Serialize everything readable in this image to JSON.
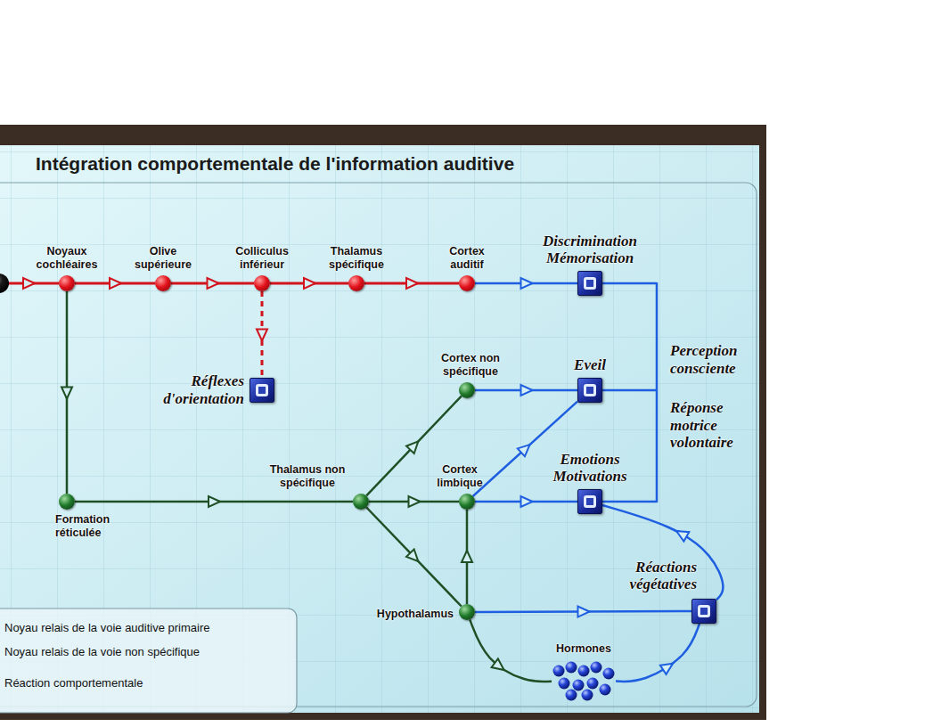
{
  "diagram": {
    "title": "Intégration comportementale de l'information auditive",
    "nodes": [
      {
        "text": [
          "Noyaux cochléaires"
        ]
      },
      {
        "text": [
          "Olive supérieure"
        ]
      },
      {
        "text": [
          "Colliculus inférieur"
        ]
      },
      {
        "text": [
          "Thalamus spécifique"
        ]
      },
      {
        "text": [
          "Cortex auditif"
        ]
      },
      {
        "text": [
          "Discrimination Mémorisation"
        ]
      },
      {
        "text": [
          "Réflexes d'orientation"
        ]
      },
      {
        "text": [
          "Cortex non spécifique"
        ]
      },
      {
        "text": [
          "Eveil"
        ]
      },
      {
        "text": [
          "Thalamus non spécifique"
        ]
      },
      {
        "text": [
          "Cortex limbique"
        ]
      },
      {
        "text": [
          "Emotions Motivations"
        ]
      },
      {
        "text": [
          "Formation réticulée"
        ]
      },
      {
        "text": [
          "Hypothalamus"
        ]
      },
      {
        "text": [
          "Réactions végétatives"
        ]
      },
      {
        "text": [
          "Hormones"
        ]
      }
    ],
    "edges": [
      {
        "from": 0,
        "to": 1,
        "arrow": "to"
      },
      {
        "from": 1,
        "to": 2,
        "arrow": "to"
      },
      {
        "from": 2,
        "to": 3,
        "arrow": "to"
      },
      {
        "from": 3,
        "to": 4,
        "arrow": "to"
      },
      {
        "from": 4,
        "to": 5,
        "arrow": "to"
      },
      {
        "from": 2,
        "to": 6,
        "arrow": "to"
      },
      {
        "from": 0,
        "to": 12,
        "arrow": "to"
      },
      {
        "from": 12,
        "to": 9,
        "arrow": "to"
      },
      {
        "from": 9,
        "to": 7,
        "arrow": "to"
      },
      {
        "from": 9,
        "to": 10,
        "arrow": "to"
      },
      {
        "from": 9,
        "to": 13,
        "arrow": "to"
      },
      {
        "from": 7,
        "to": 8,
        "arrow": "to"
      },
      {
        "from": 10,
        "to": 8,
        "arrow": "to"
      },
      {
        "from": 10,
        "to": 11,
        "arrow": "to"
      },
      {
        "from": 13,
        "to": 10,
        "arrow": "to"
      },
      {
        "from": 13,
        "to": 14,
        "arrow": "to"
      },
      {
        "from": 13,
        "to": 15,
        "arrow": "to"
      },
      {
        "from": 15,
        "to": 14,
        "arrow": "to"
      },
      {
        "from": 14,
        "to": 11,
        "arrow": "to"
      }
    ],
    "labels": [
      "Perception consciente",
      "Réponse motrice volontaire"
    ],
    "legend": [
      {
        "text": "Noyau relais de la voie auditive primaire"
      },
      {
        "text": "Noyau relais de la voie non spécifique"
      },
      {
        "text": "Réaction comportementale"
      }
    ]
  }
}
